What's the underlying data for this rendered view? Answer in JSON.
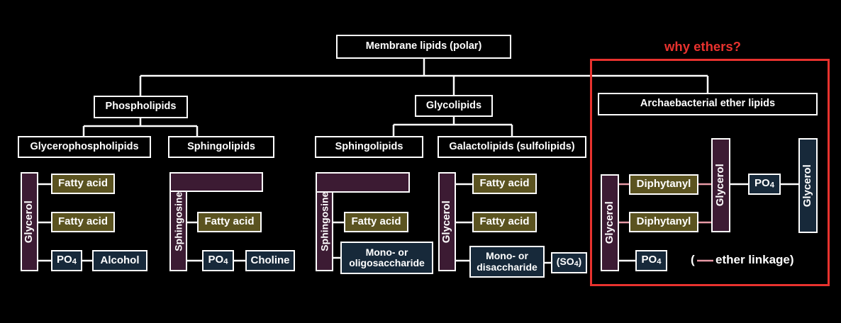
{
  "header": {
    "root": "Membrane lipids (polar)",
    "phospholipids": "Phospholipids",
    "glycolipids": "Glycolipids",
    "archaea": "Archaebacterial ether lipids",
    "glycerophospholipids": "Glycerophospholipids",
    "sphingolipids_left": "Sphingolipids",
    "sphingolipids_mid": "Sphingolipids",
    "galactolipids": "Galactolipids (sulfolipids)"
  },
  "annotation": {
    "question": "why ethers?",
    "legend_open": "(",
    "legend_text": "ether linkage)",
    "frame_color": "#e8322e"
  },
  "glycerophospholipid": {
    "backbone": "Glycerol",
    "fatty_acid_1": "Fatty acid",
    "fatty_acid_2": "Fatty acid",
    "phosphate": "PO",
    "phosphate_sub": "4",
    "head": "Alcohol"
  },
  "sphingophospholipid": {
    "backbone": "Sphingosine",
    "fatty_acid": "Fatty acid",
    "phosphate": "PO",
    "phosphate_sub": "4",
    "head": "Choline"
  },
  "glycosphingolipid": {
    "backbone": "Sphingosine",
    "fatty_acid": "Fatty acid",
    "sugar_line1": "Mono- or",
    "sugar_line2": "oligosaccharide"
  },
  "galactolipid": {
    "backbone": "Glycerol",
    "fatty_acid_1": "Fatty acid",
    "fatty_acid_2": "Fatty acid",
    "sugar_line1": "Mono- or",
    "sugar_line2": "disaccharide",
    "sulfate_open": "(SO",
    "sulfate_sub": "4",
    "sulfate_close": ")"
  },
  "ether_lipid": {
    "glycerol_left": "Glycerol",
    "glycerol_mid": "Glycerol",
    "glycerol_right": "Glycerol",
    "chain_1": "Diphytanyl",
    "chain_2": "Diphytanyl",
    "phosphate_bridge": "PO",
    "phosphate_bridge_sub": "4",
    "phosphate_head": "PO",
    "phosphate_head_sub": "4"
  },
  "colors": {
    "fatty_acid_fill": "#5b5320",
    "phosphate_fill": "#17293a",
    "backbone_fill": "#3c1b33",
    "ether_link": "#e89aa6"
  }
}
